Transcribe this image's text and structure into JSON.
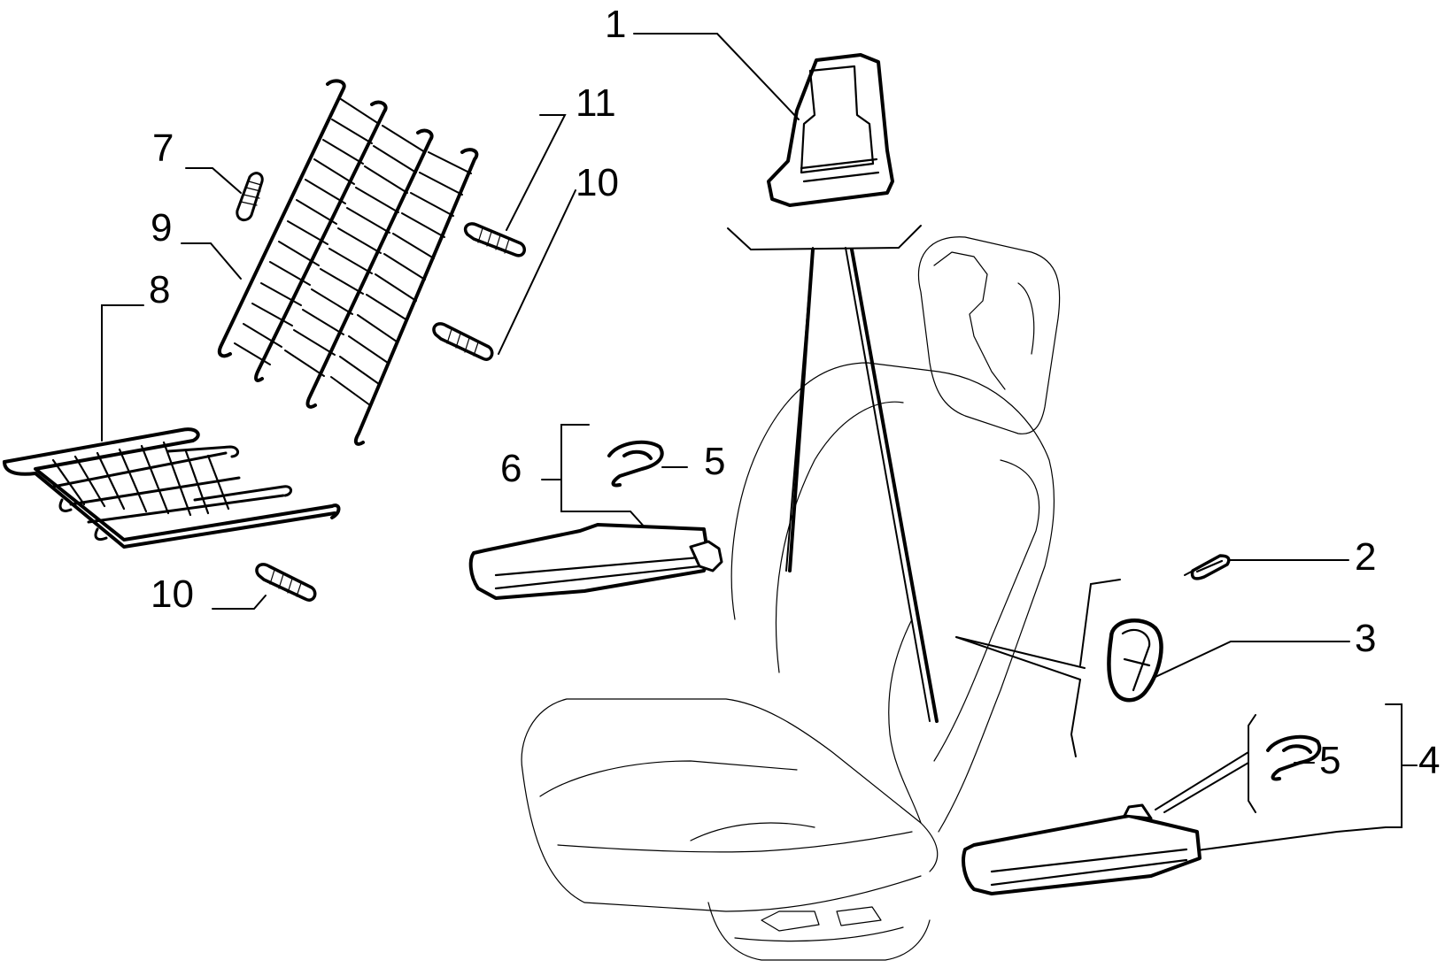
{
  "callouts": {
    "c1": "1",
    "c2": "2",
    "c3": "3",
    "c4": "4",
    "c5a": "5",
    "c5b": "5",
    "c6": "6",
    "c7": "7",
    "c8": "8",
    "c9": "9",
    "c10a": "10",
    "c10b": "10",
    "c11": "11"
  }
}
